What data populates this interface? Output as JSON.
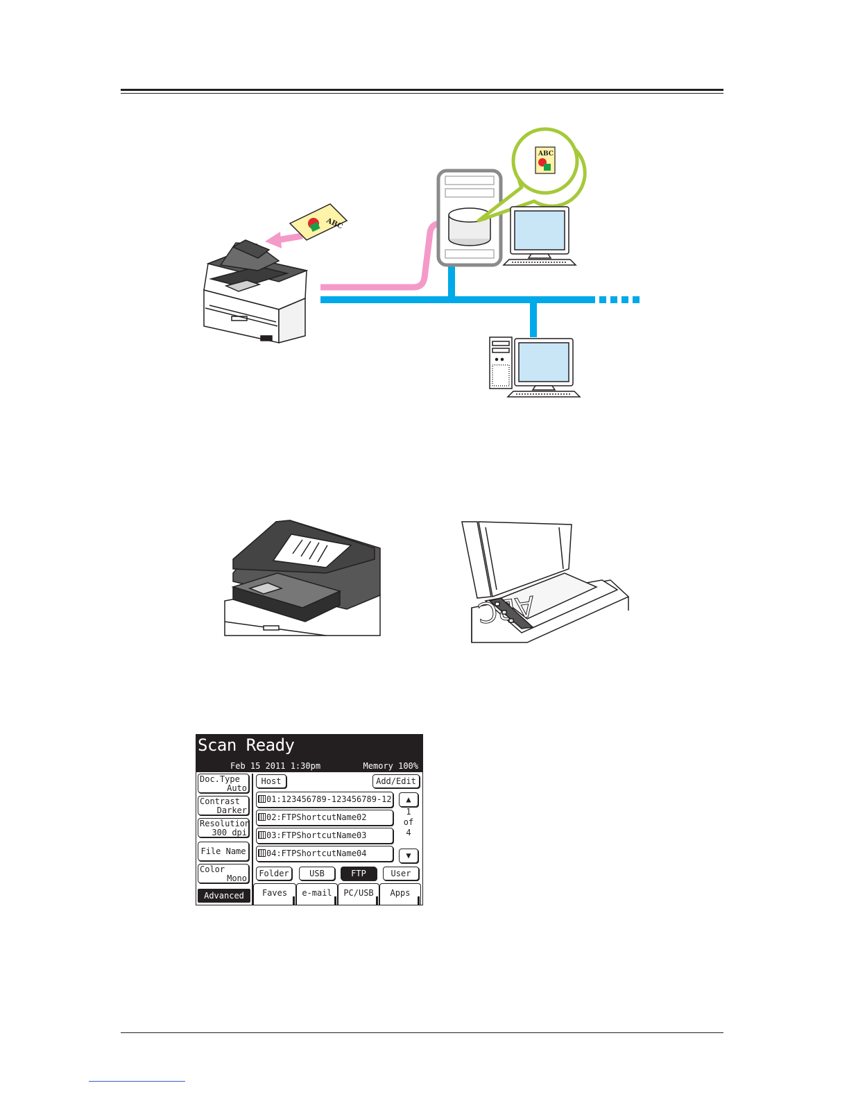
{
  "lcd": {
    "title": "Scan Ready",
    "date": "Feb 15 2011  1:30pm",
    "memory": "Memory  100%",
    "left_buttons": [
      {
        "label": "Doc.Type",
        "value": "Auto"
      },
      {
        "label": "Contrast",
        "value": "Darker"
      },
      {
        "label": "Resolution",
        "value": "300 dpi"
      },
      {
        "label": "File Name",
        "value": ""
      },
      {
        "label": "Color",
        "value": "Mono"
      }
    ],
    "advanced": "Advanced",
    "host": "Host",
    "add_edit": "Add/Edit",
    "entries": [
      "01:123456789-123456789-12",
      "02:FTPShortcutName02",
      "03:FTPShortcutName03",
      "04:FTPShortcutName04"
    ],
    "up_arrow": "▲",
    "down_arrow": "▼",
    "page": {
      "current": "1",
      "of": "of",
      "total": "4"
    },
    "dest_buttons": [
      "Folder",
      "USB",
      "FTP",
      "User"
    ],
    "tabs": [
      "Faves",
      "e-mail",
      "PC/USB",
      "Apps"
    ]
  },
  "illustration": {
    "document_text": "ABC",
    "glass_text": "ABC"
  },
  "colors": {
    "network_blue": "#00a9e8",
    "pink_path": "#f49ac9",
    "callout_green": "#a6c93a"
  }
}
